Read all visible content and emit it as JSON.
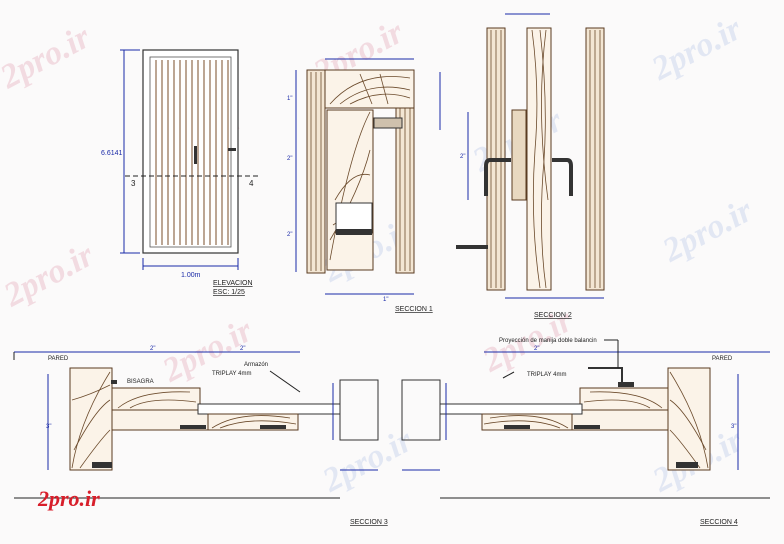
{
  "drawing": {
    "elevation": {
      "title": "ELEVACION",
      "scale": "ESC: 1/25",
      "height_dim": "6.6141",
      "width_dim": "1.00m",
      "cut_left": "3",
      "cut_right": "4"
    },
    "section1": {
      "title": "SECCION 1"
    },
    "section2": {
      "title": "SECCION 2"
    },
    "section3": {
      "title": "SECCION 3",
      "label_wall": "PARED",
      "label_hinge": "BISAGRA",
      "label_frame": "Armazón",
      "label_triplay": "TRIPLAY 4mm"
    },
    "section4": {
      "title": "SECCION 4",
      "label_wall": "PARED",
      "label_triplay": "TRIPLAY 4mm",
      "label_projection": "Proyección de manija doble balancin"
    },
    "dims": {
      "d2": "2\"",
      "d1": "1\"",
      "d3": "3\"",
      "d2b": "2\""
    }
  },
  "watermark": {
    "text": "2pro.ir",
    "brand": "2pro.ir"
  },
  "colors": {
    "dimension": "#1a2aa8",
    "wood": "#6b4a2b",
    "brand": "#d81e2a"
  }
}
